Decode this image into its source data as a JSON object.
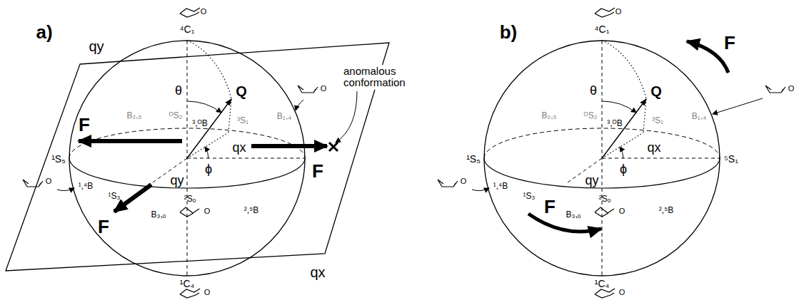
{
  "diagram": {
    "labels": [
      "a)",
      "⁴C₁",
      "O",
      "θ",
      "Q",
      "³,ᴼB",
      "B₂,₅",
      "ᴼS₂",
      "³S₁",
      "B₁,₄",
      "O",
      "qx",
      "ϕ",
      "qy",
      "¹S₅",
      "O",
      "¹,⁴B",
      "¹S₃",
      "B₃,ₒ",
      "²Sₒ",
      "O",
      "²,⁵B",
      "¹C₄",
      "O",
      "qy",
      "qx",
      "F",
      "F",
      "F",
      "anomalous conformation",
      "b)",
      "⁴C₁",
      "O",
      "θ",
      "Q",
      "³,ᴼB",
      "B₂,₅",
      "ᴼS₂",
      "³S₁",
      "B₁,₄",
      "O",
      "qx",
      "ϕ",
      "qy",
      "¹S₅",
      "⁵S₁",
      "O",
      "¹,⁴B",
      "¹S₃",
      "B₃,ₒ",
      "²Sₒ",
      "O",
      "²,⁵B",
      "¹C₄",
      "O",
      "F",
      "F"
    ]
  }
}
